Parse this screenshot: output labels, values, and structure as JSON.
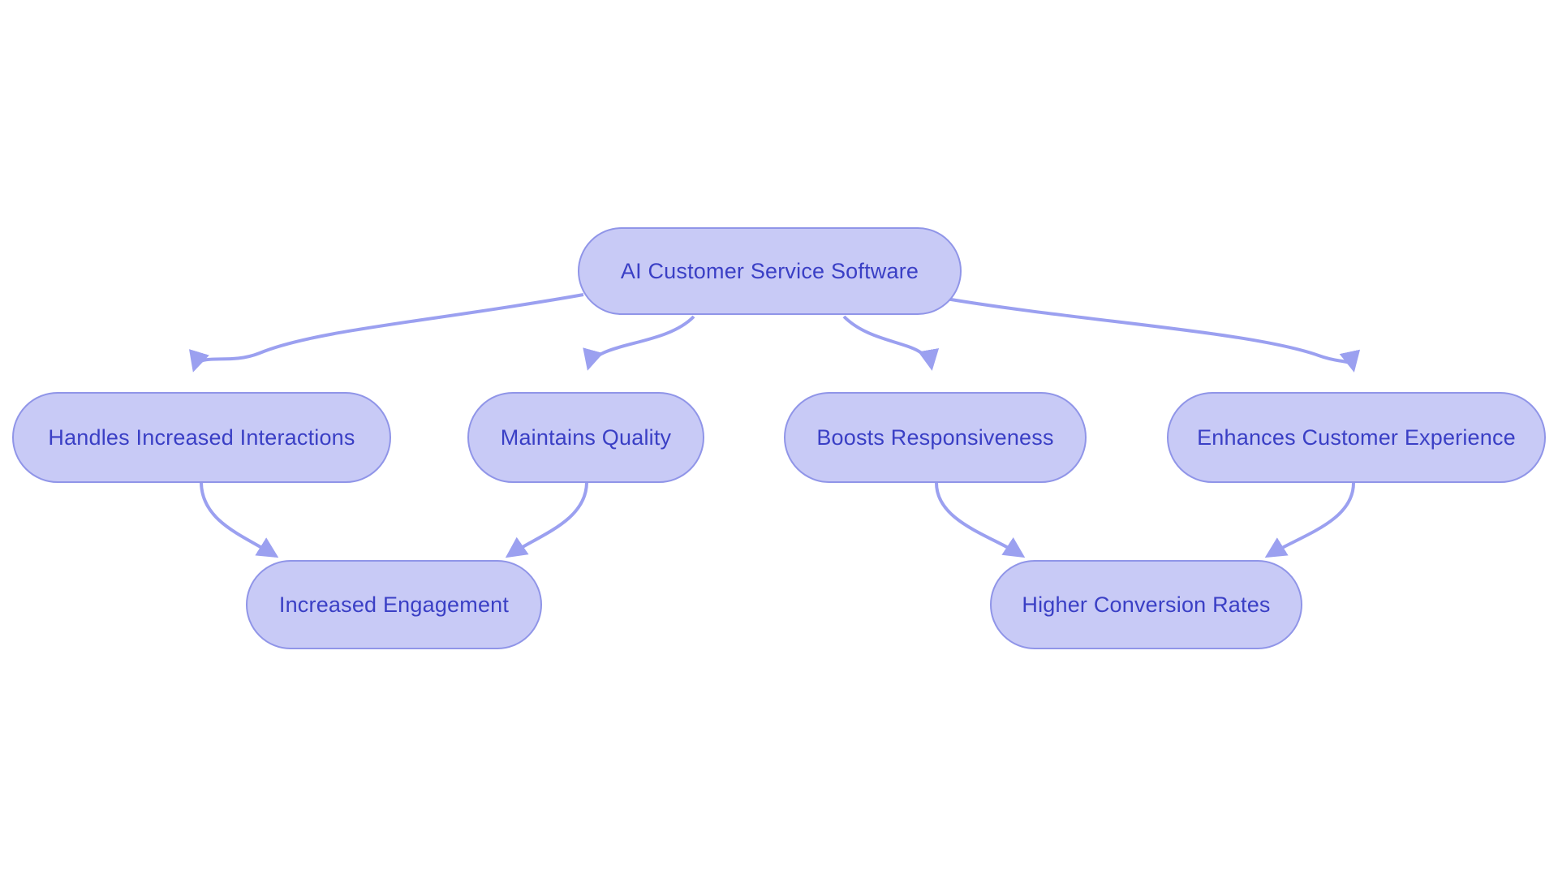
{
  "diagram": {
    "type": "flowchart",
    "title": "AI Customer Service Software benefits flowchart",
    "background_color": "#ffffff",
    "node_fill_color": "#c8caf6",
    "node_border_color": "#9095e8",
    "node_text_color": "#3a3fc5",
    "arrow_color": "#9ba0f0",
    "nodes": {
      "root": {
        "label": "AI Customer Service Software"
      },
      "handles": {
        "label": "Handles Increased Interactions"
      },
      "maintains": {
        "label": "Maintains Quality"
      },
      "boosts": {
        "label": "Boosts Responsiveness"
      },
      "enhances": {
        "label": "Enhances Customer Experience"
      },
      "engagement": {
        "label": "Increased Engagement"
      },
      "conversion": {
        "label": "Higher Conversion Rates"
      }
    },
    "edges": [
      {
        "from": "AI Customer Service Software",
        "to": "Handles Increased Interactions"
      },
      {
        "from": "AI Customer Service Software",
        "to": "Maintains Quality"
      },
      {
        "from": "AI Customer Service Software",
        "to": "Boosts Responsiveness"
      },
      {
        "from": "AI Customer Service Software",
        "to": "Enhances Customer Experience"
      },
      {
        "from": "Handles Increased Interactions",
        "to": "Increased Engagement"
      },
      {
        "from": "Maintains Quality",
        "to": "Increased Engagement"
      },
      {
        "from": "Boosts Responsiveness",
        "to": "Higher Conversion Rates"
      },
      {
        "from": "Enhances Customer Experience",
        "to": "Higher Conversion Rates"
      }
    ]
  }
}
